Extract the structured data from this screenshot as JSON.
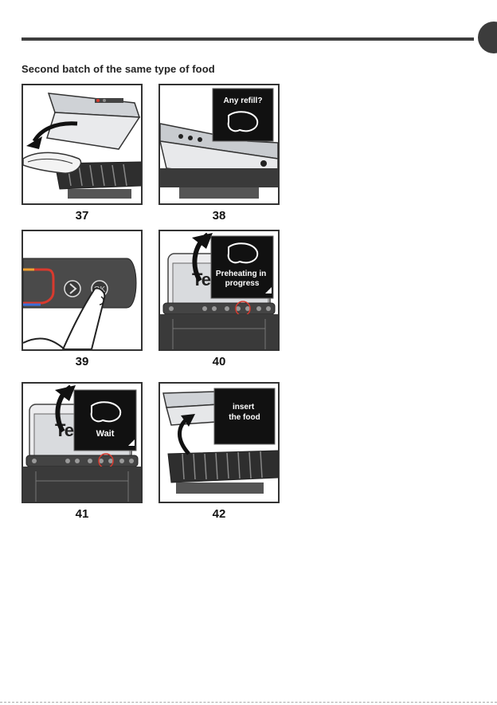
{
  "section_title": "Second batch of the same type of food",
  "figures": [
    {
      "number": "37",
      "screen_text": ""
    },
    {
      "number": "38",
      "screen_text": "Any refill?"
    },
    {
      "number": "39",
      "screen_text": "OK"
    },
    {
      "number": "40",
      "screen_text": "Preheating in progress"
    },
    {
      "number": "41",
      "screen_text": "Wait"
    },
    {
      "number": "42",
      "screen_text": "insert the food"
    }
  ],
  "brand_fragment": "Te",
  "colors": {
    "rule": "#3d3d3d",
    "screen_bg": "#111111",
    "accent_red": "#d83a2e",
    "accent_blue": "#3a6fd8",
    "accent_orange": "#f0a030"
  }
}
